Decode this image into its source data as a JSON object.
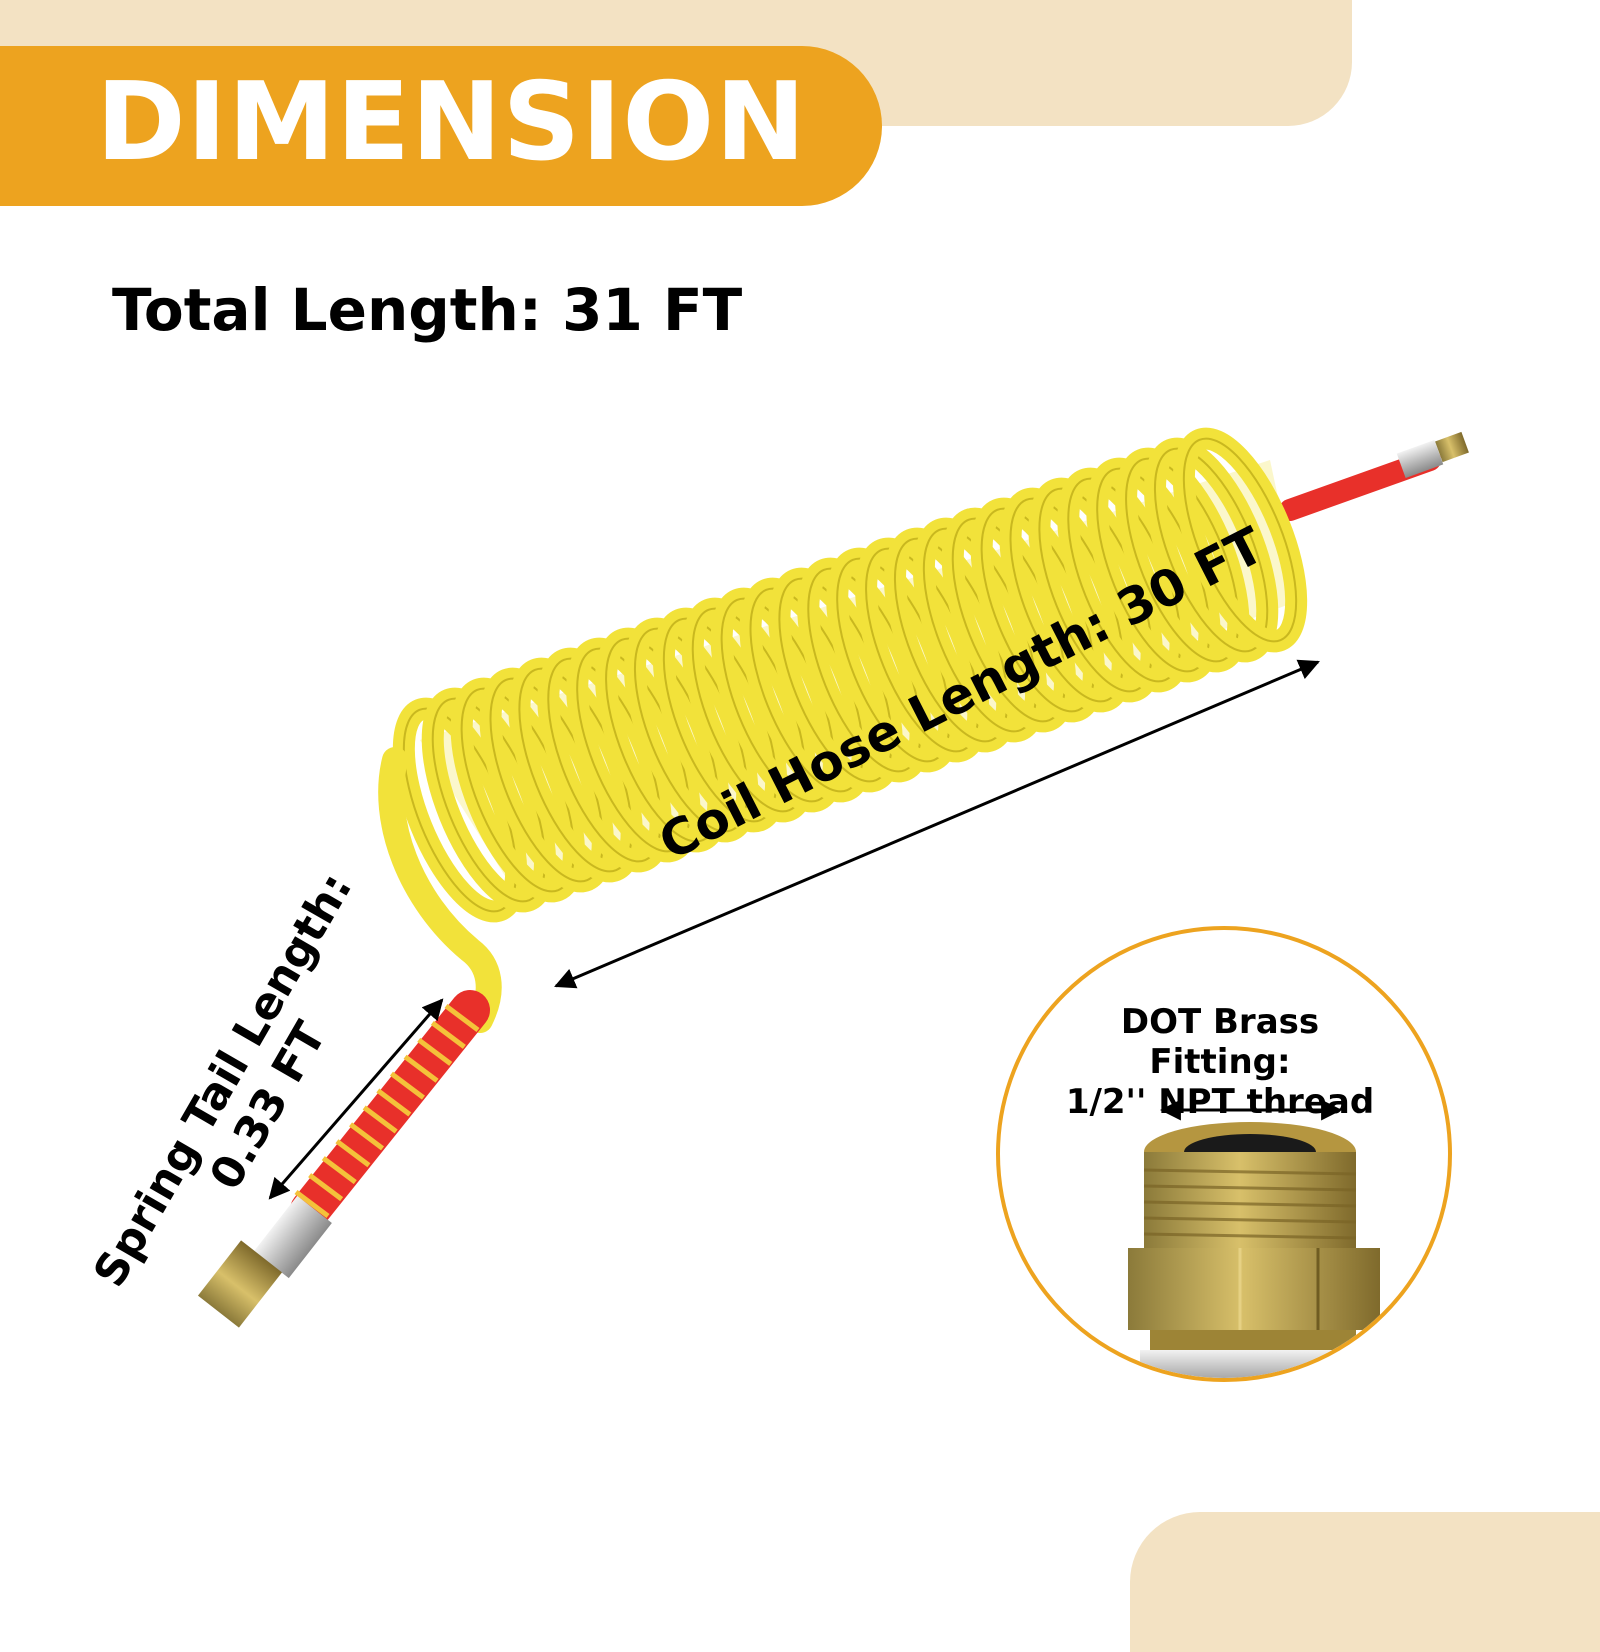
{
  "title": "DIMENSION",
  "total_length": "Total Length: 31 FT",
  "coil_hose_length": "Coil Hose Length: 30 FT",
  "spring_tail": {
    "line1": "Spring Tail Length:",
    "line2": "0.33 FT"
  },
  "fitting": {
    "line1": "DOT Brass Fitting:",
    "line2": "1/2'' NPT thread"
  },
  "colors": {
    "accent": "#eda31f",
    "band": "#f3e2c3",
    "hose": "#f2e23a",
    "guard": "#e8302a",
    "brass": "#c4a548"
  }
}
